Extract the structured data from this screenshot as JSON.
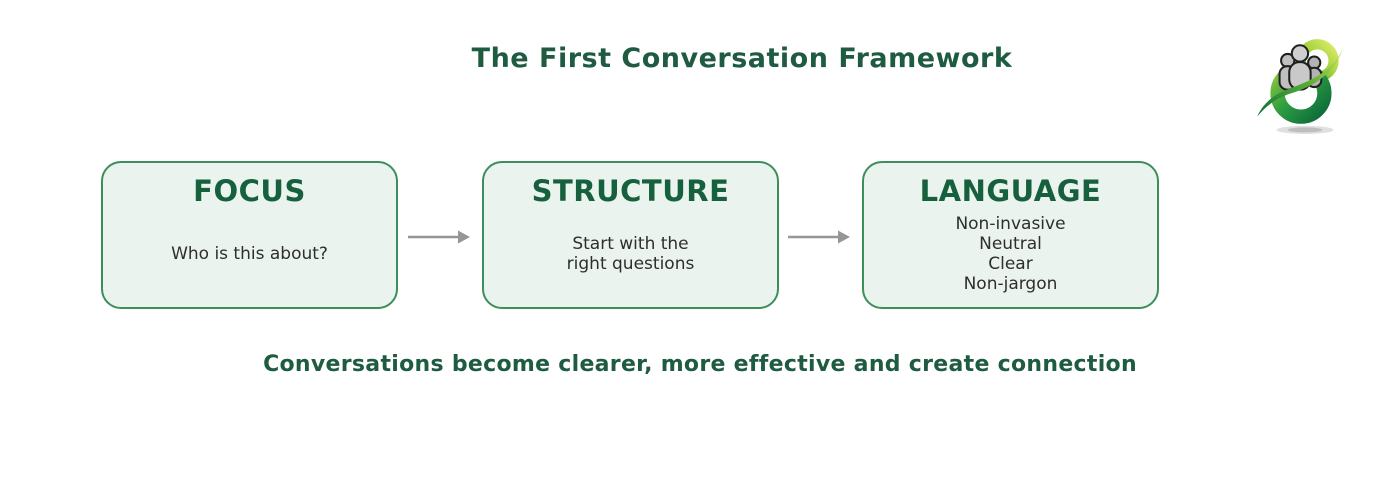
{
  "header": {
    "title": "The First Conversation Framework"
  },
  "logo": {
    "name": "people-swirl-logo"
  },
  "flow": {
    "boxes": [
      {
        "id": "focus",
        "heading": "FOCUS",
        "lines": [
          "Who is this about?"
        ]
      },
      {
        "id": "structure",
        "heading": "STRUCTURE",
        "lines": [
          "Start with the",
          "right questions"
        ]
      },
      {
        "id": "language",
        "heading": "LANGUAGE",
        "lines": [
          "Non-invasive",
          "Neutral",
          "Clear",
          "Non-jargon"
        ]
      }
    ],
    "connector": {
      "type": "arrow-right",
      "color": "#969696"
    }
  },
  "footer": {
    "caption": "Conversations become clearer, more effective and create connection"
  },
  "colors": {
    "title_green": "#1e5b41",
    "heading_green": "#17603e",
    "box_border": "#3e8e5c",
    "box_background": "#eaf3ee",
    "body_text": "#2e2e2e",
    "arrow_gray": "#969696",
    "logo_green_light": "#d9ec66",
    "logo_green_mid": "#4ba233",
    "logo_green_dark": "#0a6a3a",
    "logo_people_gray": "#c9c9c9"
  }
}
